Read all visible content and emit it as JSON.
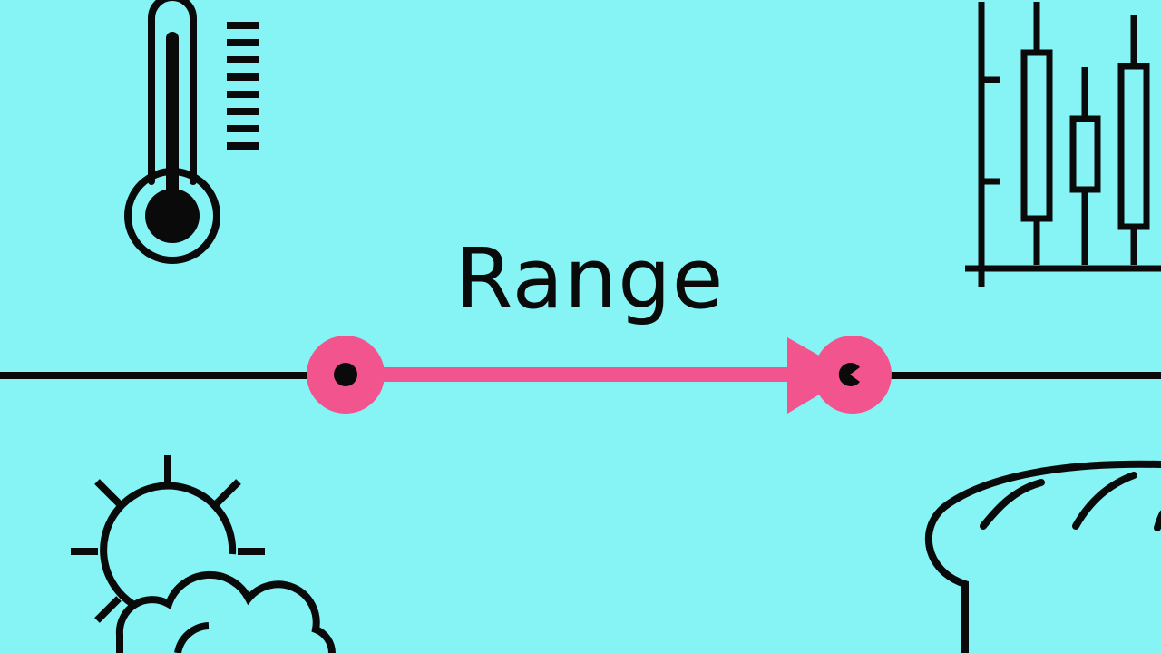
{
  "title": "Range",
  "colors": {
    "background": "#86f3f5",
    "ink": "#0a0a0a",
    "accent": "#f2548e"
  },
  "icons": [
    "thermometer-icon",
    "candlestick-chart-icon",
    "sun-cloud-icon",
    "bread-loaf-icon"
  ],
  "range_marker": {
    "start_point": "start-point-marker",
    "end_point": "end-point-marker",
    "direction": "left-to-right"
  }
}
